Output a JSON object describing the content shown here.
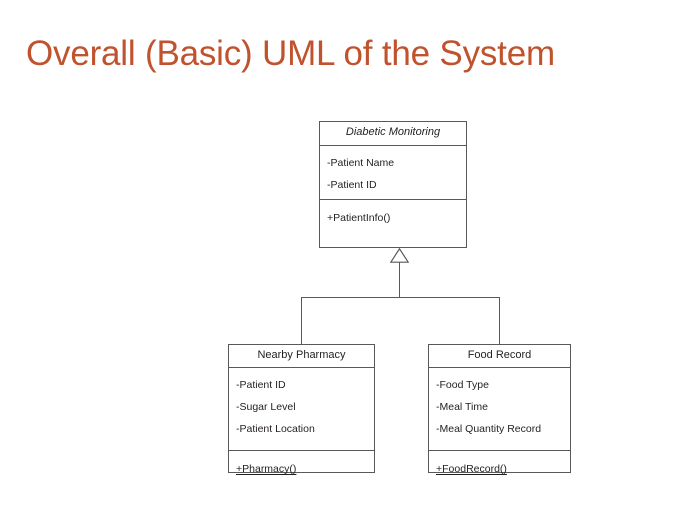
{
  "slide": {
    "title": "Overall (Basic) UML of the System",
    "title_color": "#C0522D",
    "background_color": "#FFFFFF"
  },
  "diagram": {
    "type": "uml-class-diagram",
    "line_color": "#58595B",
    "text_color": "#231F20",
    "relationship": "generalization",
    "classes": [
      {
        "id": "diabetic-monitoring",
        "name": "Diabetic Monitoring",
        "name_style": "italic",
        "role": "parent",
        "attributes": [
          "-Patient Name",
          "-Patient ID"
        ],
        "operations": [
          "+PatientInfo()"
        ],
        "operations_static": [
          false
        ]
      },
      {
        "id": "nearby-pharmacy",
        "name": "Nearby Pharmacy",
        "name_style": "normal",
        "role": "child",
        "attributes": [
          "-Patient ID",
          "-Sugar Level",
          "-Patient Location"
        ],
        "operations": [
          "+Pharmacy()"
        ],
        "operations_static": [
          true
        ]
      },
      {
        "id": "food-record",
        "name": "Food Record",
        "name_style": "normal",
        "role": "child",
        "attributes": [
          "-Food Type",
          "-Meal Time",
          "-Meal Quantity Record"
        ],
        "operations": [
          "+FoodRecord()"
        ],
        "operations_static": [
          true
        ]
      }
    ],
    "connector": {
      "name": "generalization-arrow",
      "marker": "hollow-triangle",
      "from": [
        "nearby-pharmacy",
        "food-record"
      ],
      "to": "diabetic-monitoring"
    }
  }
}
